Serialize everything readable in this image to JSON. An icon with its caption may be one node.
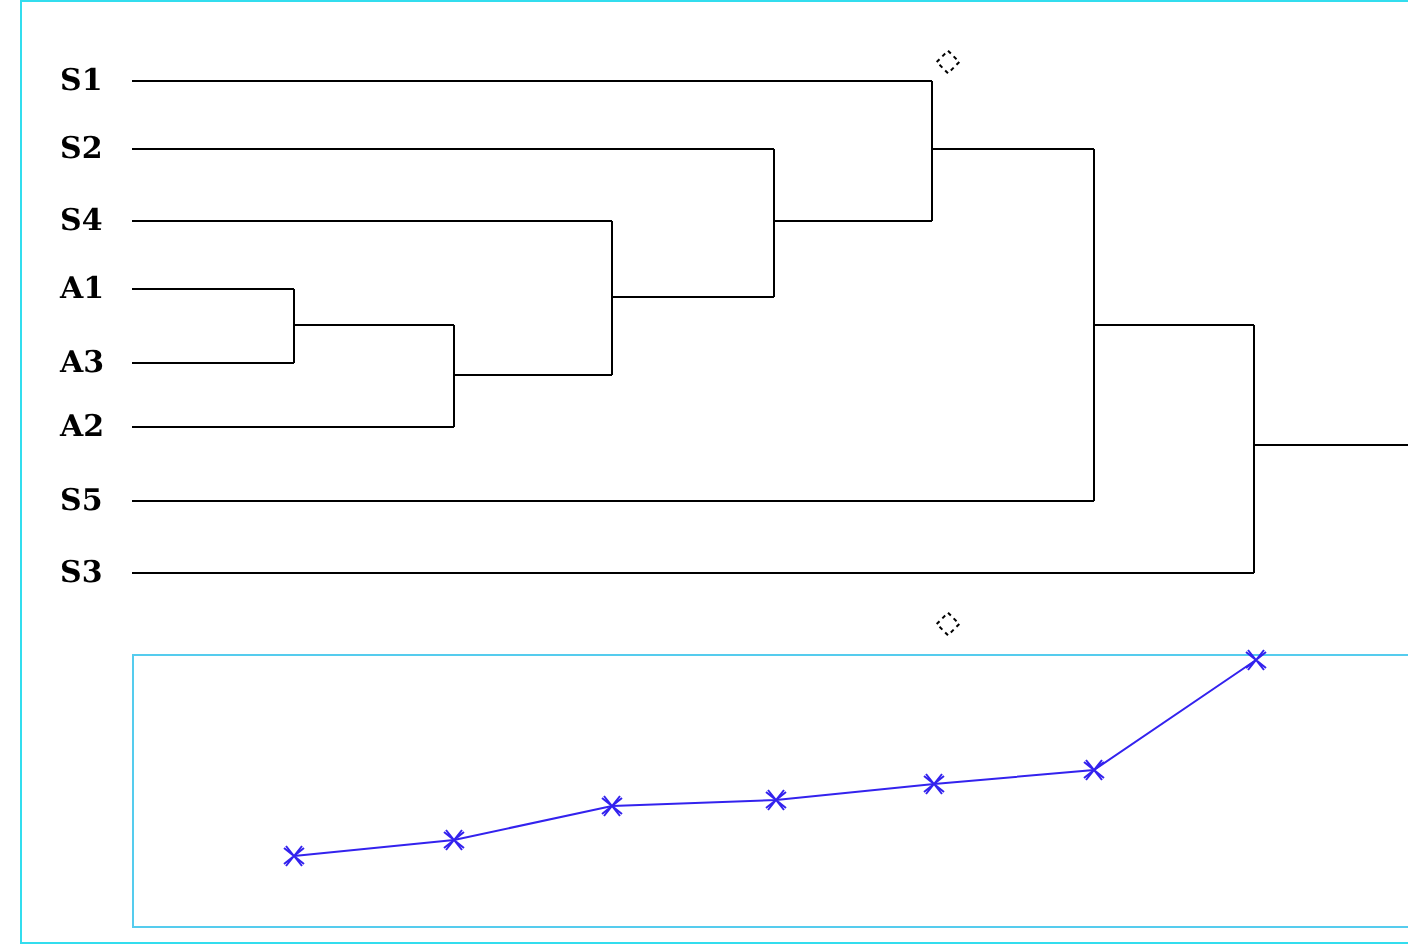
{
  "diagram": {
    "labels": [
      "S1",
      "S2",
      "S4",
      "A1",
      "A3",
      "A2",
      "S5",
      "S3"
    ]
  }
}
